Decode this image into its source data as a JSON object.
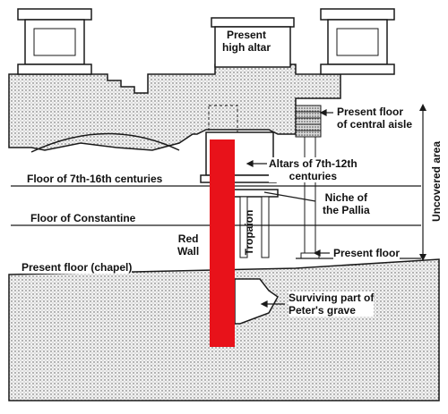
{
  "colors": {
    "wall": "#e8121a",
    "ink": "#1a1a1a",
    "fill": "#e6e6e6"
  },
  "labels": {
    "present_high_altar_1": "Present",
    "present_high_altar_2": "high altar",
    "present_floor_central_1": "Present floor",
    "present_floor_central_2": "of central aisle",
    "altars_1": "Altars of 7th-12th",
    "altars_2": "centuries",
    "floor_7th_16th": "Floor of 7th-16th centuries",
    "niche_1": "Niche of",
    "niche_2": "the Pallia",
    "floor_constantine": "Floor of Constantine",
    "red_wall_1": "Red",
    "red_wall_2": "Wall",
    "tropaion": "Tropaion",
    "uncovered_area": "Uncovered area",
    "present_floor": "Present floor",
    "present_floor_chapel": "Present floor (chapel)",
    "surviving_1": "Surviving part of",
    "surviving_2": "Peter's grave"
  }
}
